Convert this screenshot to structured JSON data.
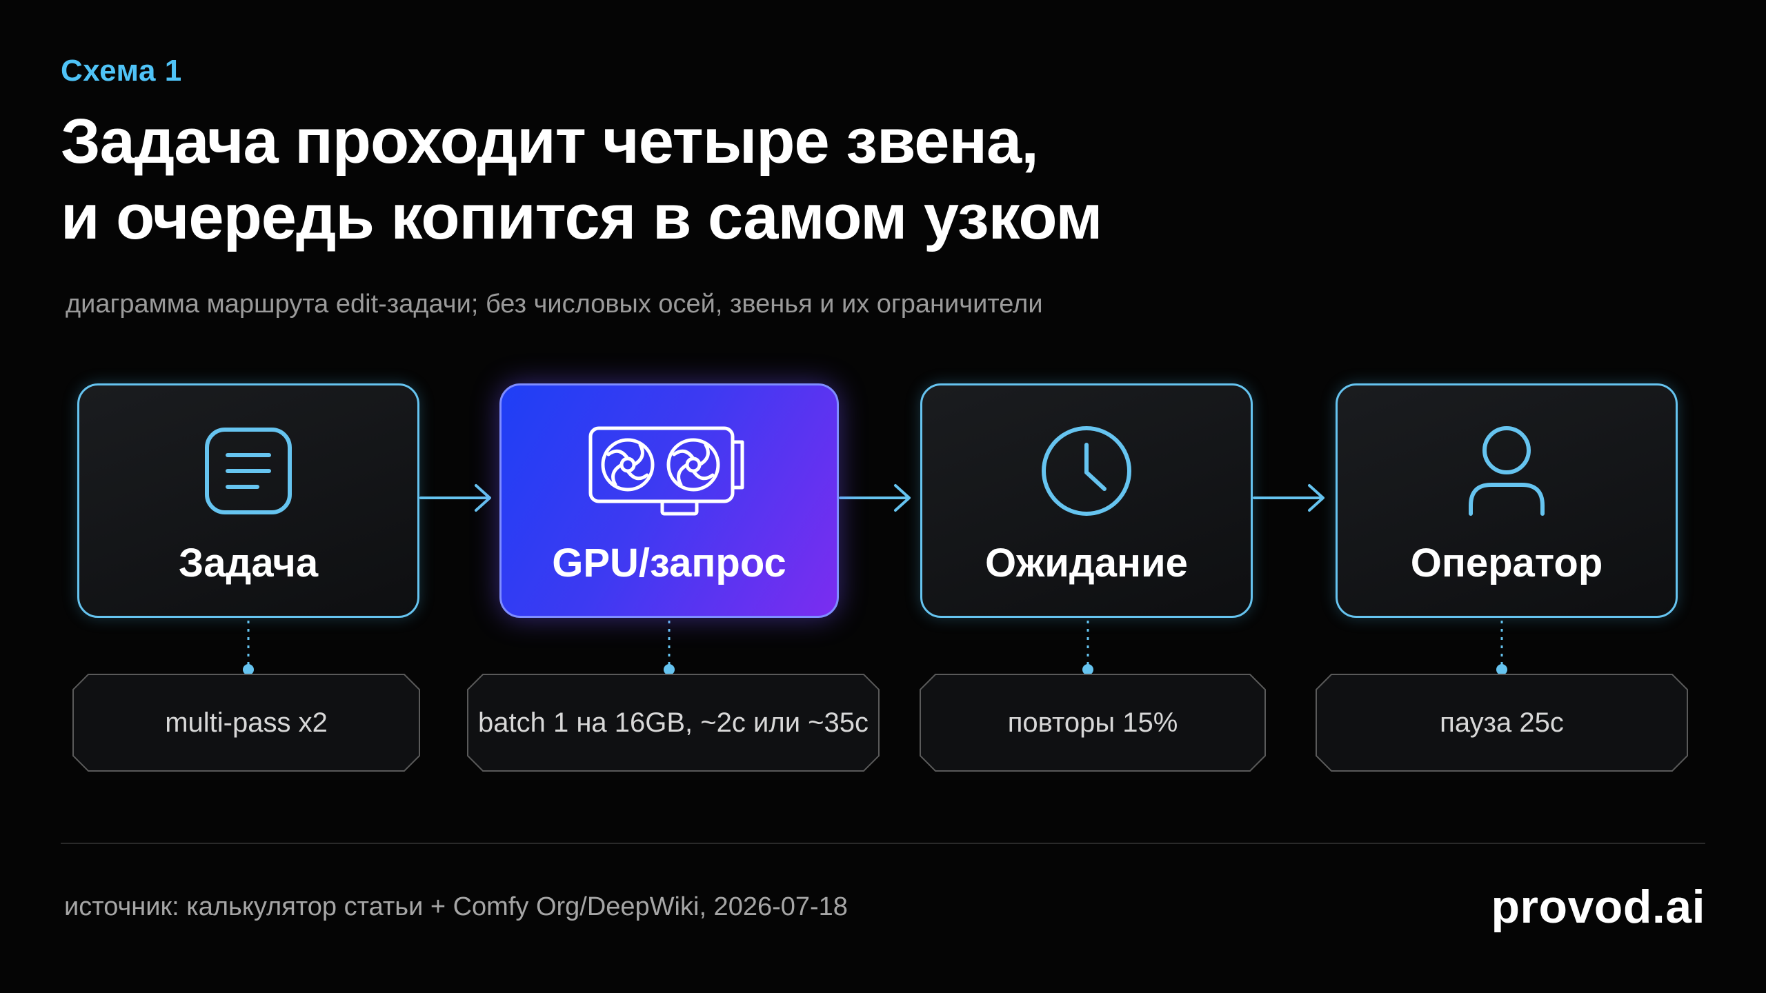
{
  "kicker": "Схема 1",
  "title": {
    "line1": "Задача проходит четыре звена,",
    "line2": "и очередь копится в самом узком"
  },
  "subtitle": "диаграмма маршрута edit-задачи; без числовых осей, звенья и их ограничители",
  "steps": [
    {
      "label": "Задача",
      "icon": "document-icon",
      "note": "multi-pass x2"
    },
    {
      "label": "GPU/запрос",
      "icon": "gpu-icon",
      "note": "batch 1 на 16GB, ~2с или ~35с"
    },
    {
      "label": "Ожидание",
      "icon": "clock-icon",
      "note": "повторы 15%"
    },
    {
      "label": "Оператор",
      "icon": "person-icon",
      "note": "пауза 25с"
    }
  ],
  "footer": {
    "source": "источник: калькулятор статьи + Comfy Org/DeepWiki, 2026-07-18",
    "brand": "provod.ai"
  },
  "colors": {
    "background": "#050505",
    "accent_cyan": "#4fc3f7",
    "highlight_gradient_start": "#1f3ff5",
    "highlight_gradient_end": "#7b2df0"
  }
}
